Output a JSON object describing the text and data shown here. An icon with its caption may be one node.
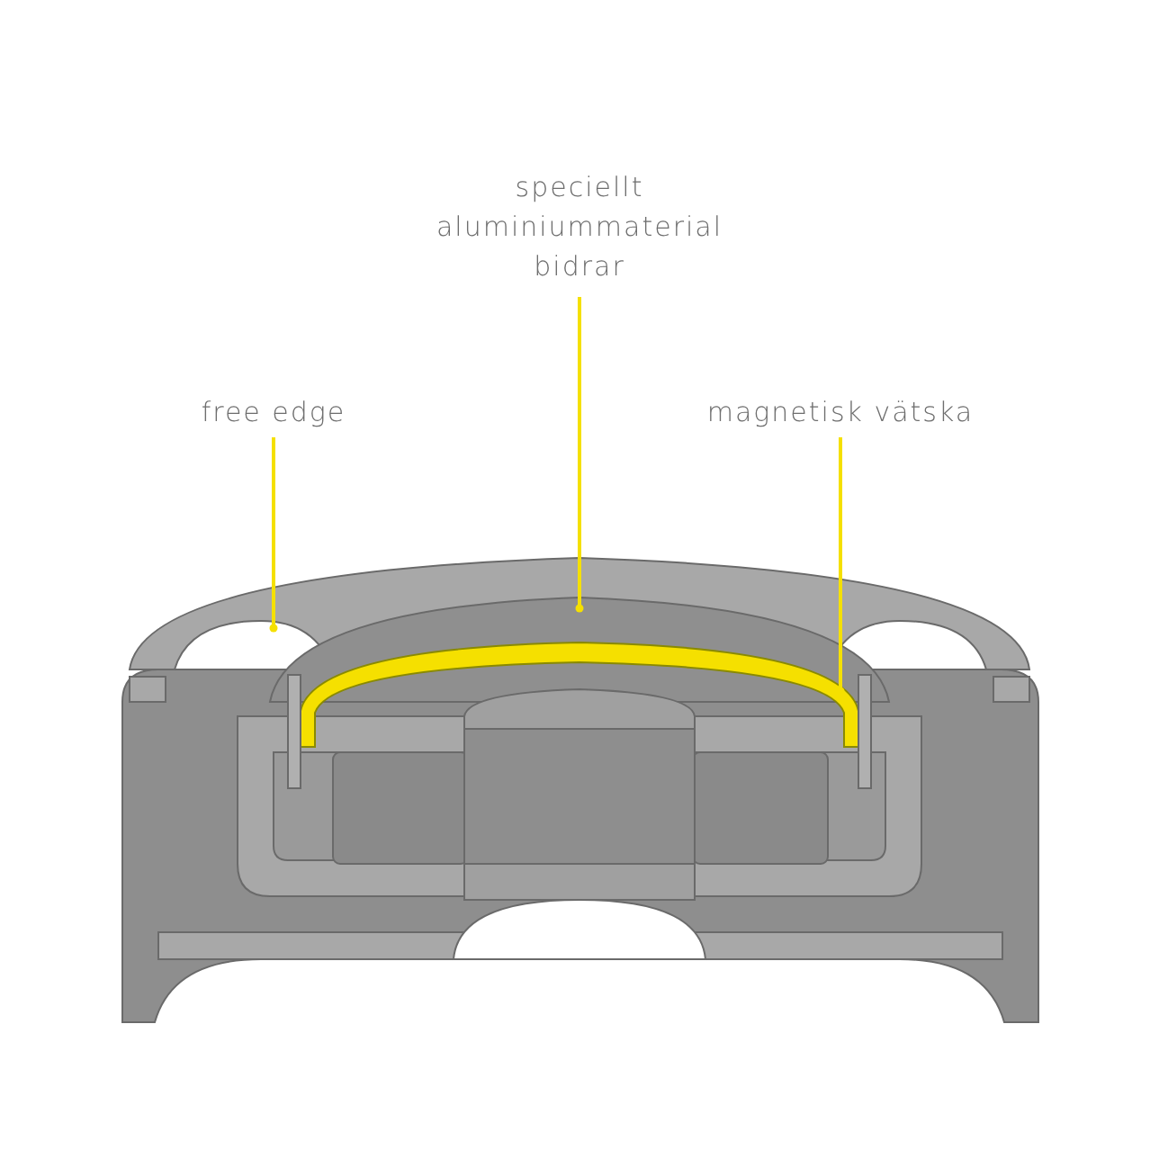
{
  "diagram": {
    "nodes": [
      {
        "text": [
          "free edge"
        ]
      },
      {
        "text": [
          "speciellt aluminiummaterial bidrar"
        ]
      },
      {
        "text": [
          "magnetisk vätska"
        ]
      }
    ],
    "edges": [
      {
        "from": 0,
        "to": null,
        "arrow": "other"
      },
      {
        "from": 1,
        "to": null,
        "arrow": "other"
      },
      {
        "from": 2,
        "to": null,
        "arrow": "other"
      }
    ]
  }
}
